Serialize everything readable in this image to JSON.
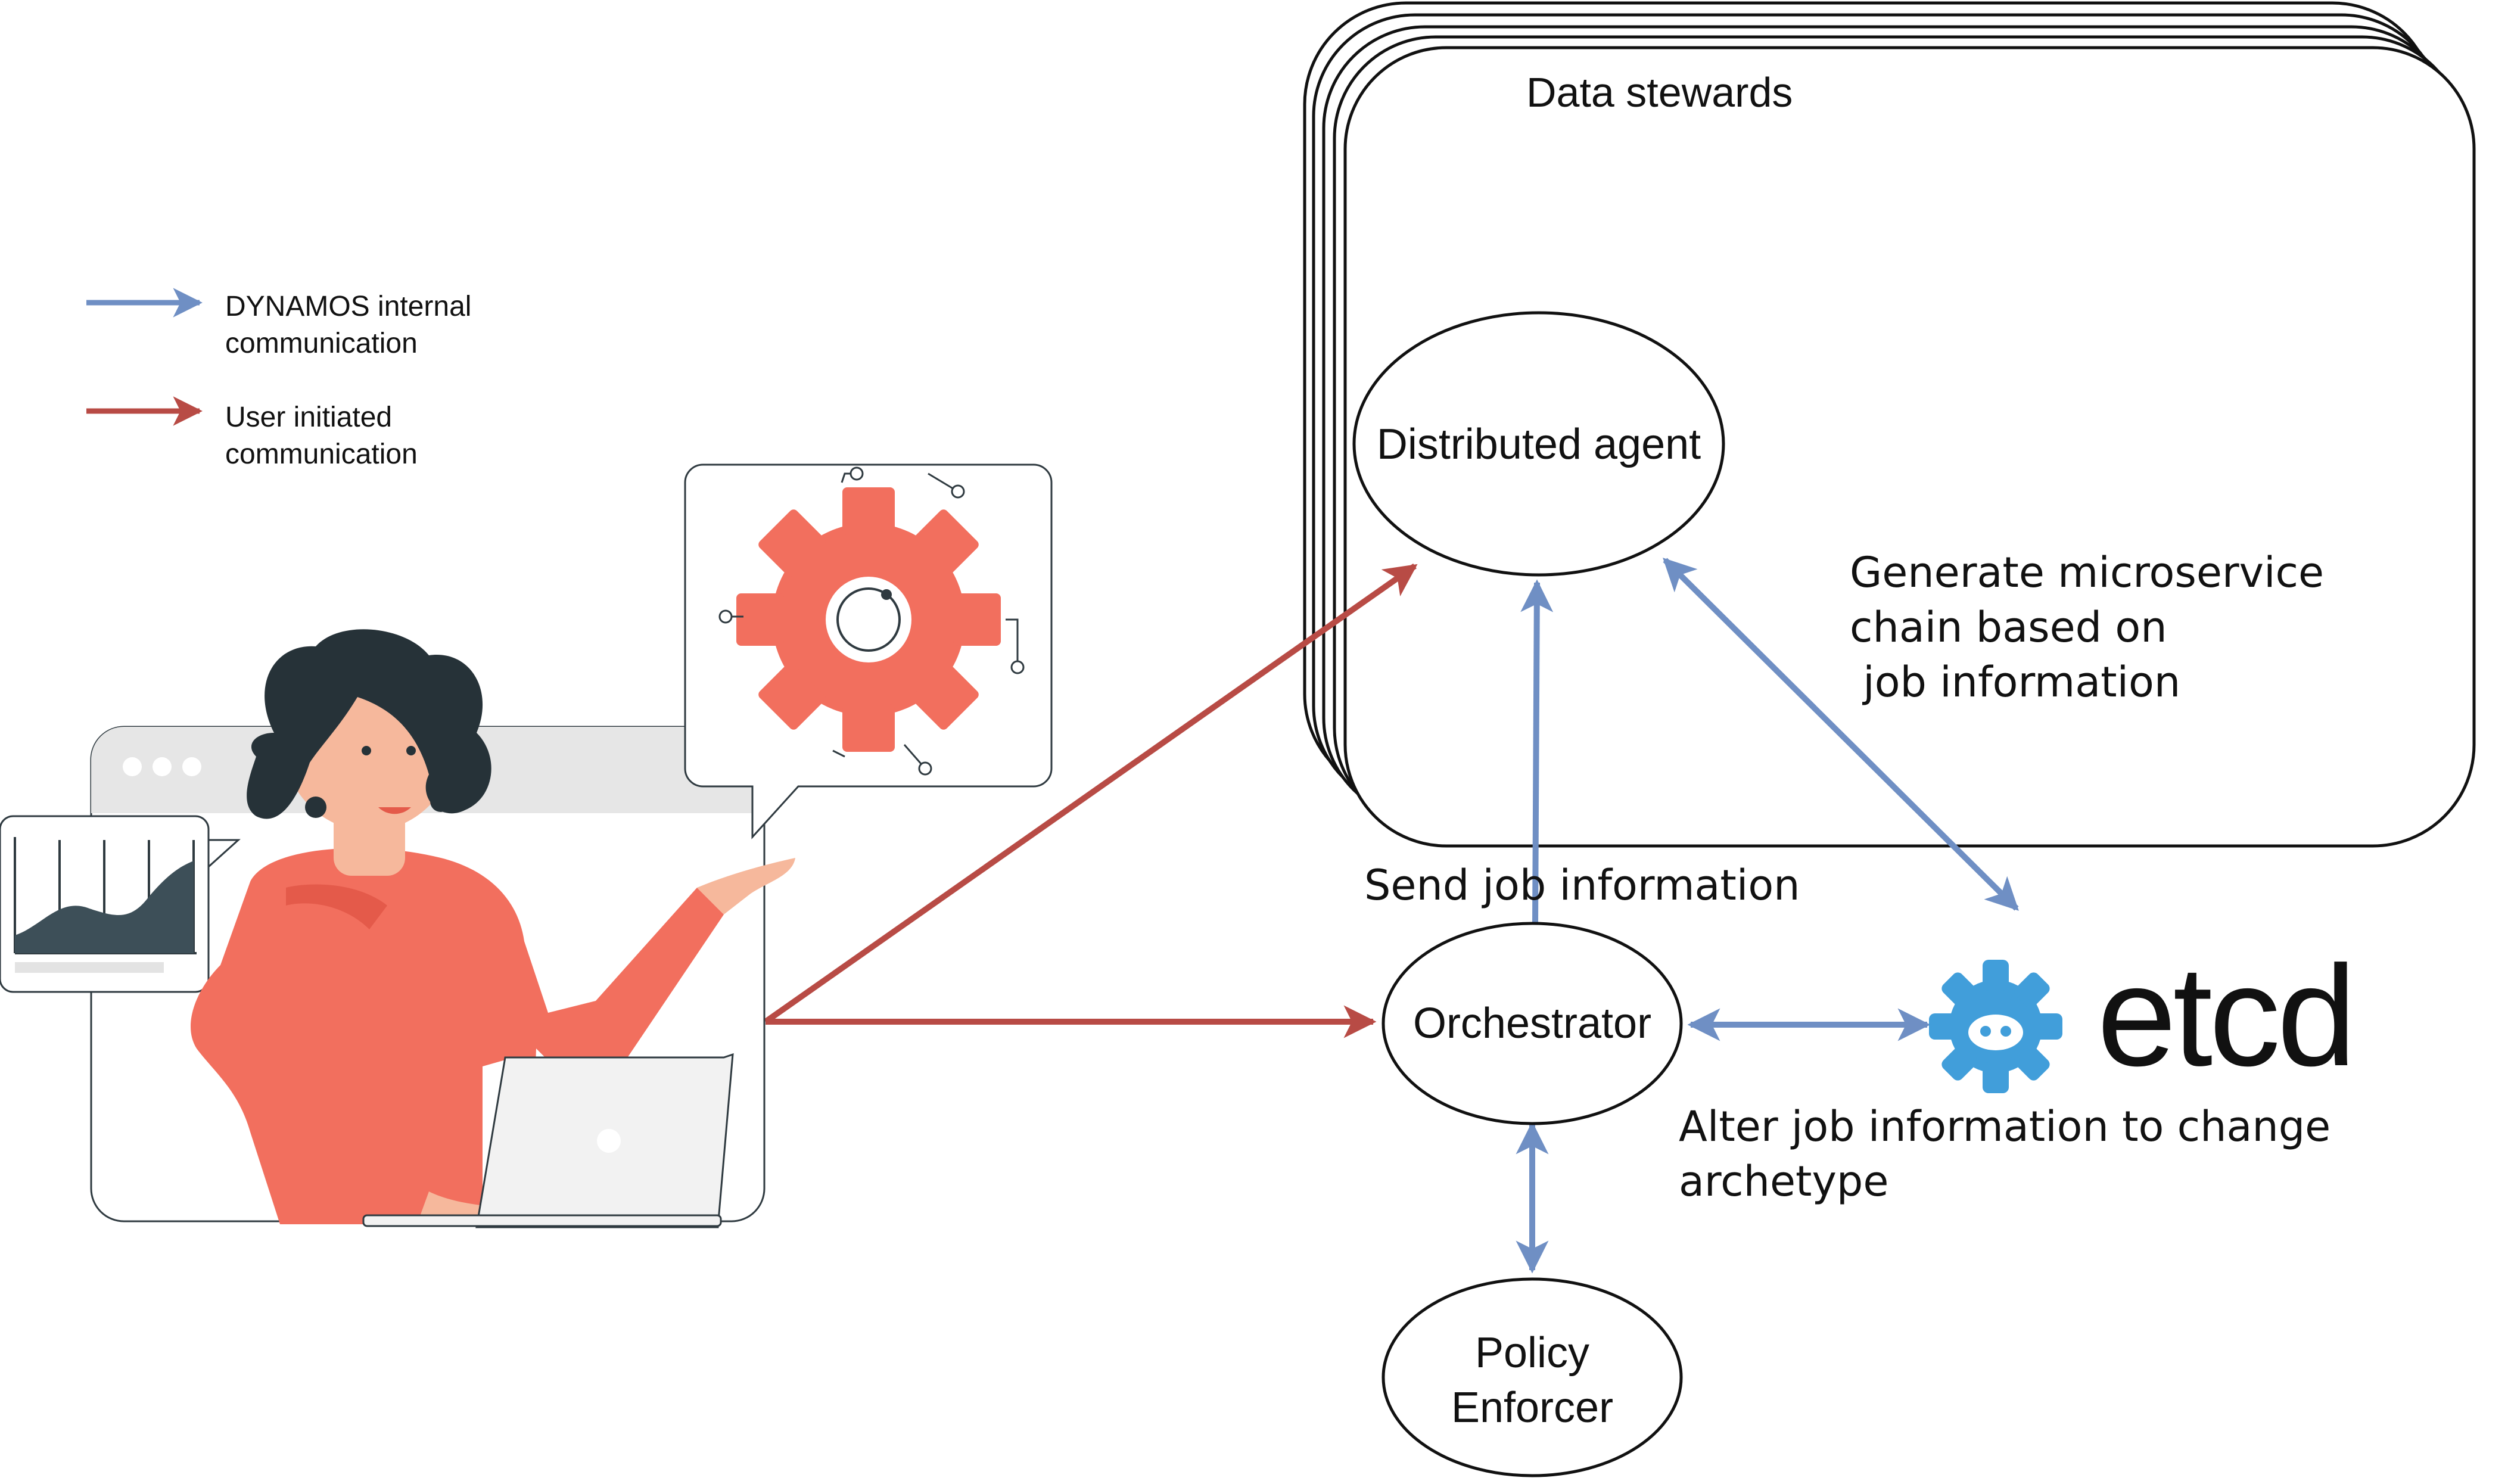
{
  "legend": {
    "items": [
      {
        "line1": "DYNAMOS internal",
        "line2": "communication",
        "color": "#6f8fc4"
      },
      {
        "line1": "User initiated",
        "line2": "communication",
        "color": "#b84b45"
      }
    ]
  },
  "container": {
    "title": "Data stewards"
  },
  "nodes": {
    "agent": {
      "label": "Distributed agent"
    },
    "orchestrator": {
      "label": "Orchestrator"
    },
    "policy": {
      "line1": "Policy",
      "line2": "Enforcer"
    },
    "etcd": {
      "label": "etcd",
      "color": "#419eda"
    }
  },
  "edges": {
    "generate": {
      "line1": "Generate microservice",
      "line2": "chain based on",
      "line3": " job information"
    },
    "send": {
      "label": "Send job information"
    },
    "alter": {
      "line1": "Alter job information to change",
      "line2": "archetype"
    }
  },
  "colors": {
    "internal": "#6f8fc4",
    "user": "#b84b45",
    "accent": "#f26f5e",
    "dark": "#2f3a40"
  },
  "illustration": {
    "icons": [
      "gear-icon",
      "area-chart-icon",
      "laptop-icon",
      "person-icon"
    ]
  }
}
